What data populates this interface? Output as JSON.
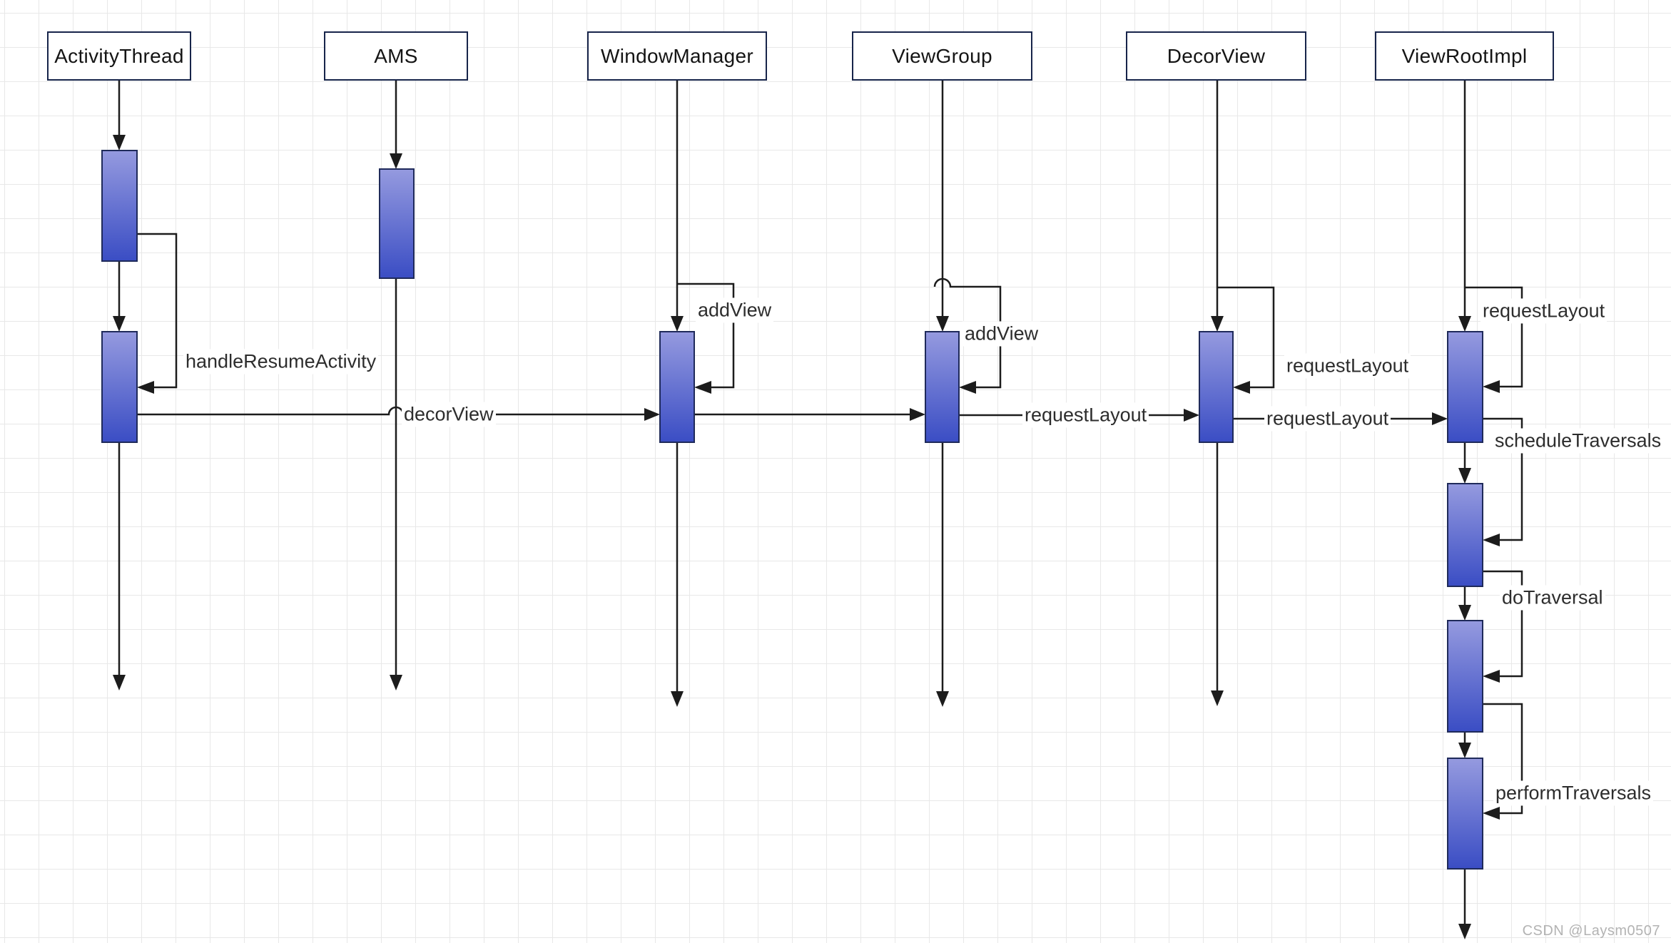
{
  "diagram": {
    "kind": "uml-sequence-diagram",
    "participants": [
      {
        "name": "ActivityThread"
      },
      {
        "name": "AMS"
      },
      {
        "name": "WindowManager"
      },
      {
        "name": "ViewGroup"
      },
      {
        "name": "DecorView"
      },
      {
        "name": "ViewRootImpl"
      }
    ],
    "messages": [
      {
        "label": "handleResumeActivity",
        "from": "ActivityThread",
        "to": "ActivityThread",
        "type": "self"
      },
      {
        "label": "decorView",
        "from": "ActivityThread",
        "to": "WindowManager",
        "type": "call"
      },
      {
        "label": "addView",
        "from": "WindowManager",
        "to": "WindowManager",
        "type": "self"
      },
      {
        "label": "",
        "from": "WindowManager",
        "to": "ViewGroup",
        "type": "call"
      },
      {
        "label": "addView",
        "from": "ViewGroup",
        "to": "ViewGroup",
        "type": "self"
      },
      {
        "label": "requestLayout",
        "from": "ViewGroup",
        "to": "DecorView",
        "type": "call"
      },
      {
        "label": "requestLayout",
        "from": "DecorView",
        "to": "DecorView",
        "type": "self"
      },
      {
        "label": "requestLayout",
        "from": "DecorView",
        "to": "ViewRootImpl",
        "type": "call"
      },
      {
        "label": "requestLayout",
        "from": "ViewRootImpl",
        "to": "ViewRootImpl",
        "type": "self"
      },
      {
        "label": "scheduleTraversals",
        "from": "ViewRootImpl",
        "to": "ViewRootImpl",
        "type": "self"
      },
      {
        "label": "doTraversal",
        "from": "ViewRootImpl",
        "to": "ViewRootImpl",
        "type": "self"
      },
      {
        "label": "performTraversals",
        "from": "ViewRootImpl",
        "to": "ViewRootImpl",
        "type": "self"
      }
    ],
    "watermark": "CSDN @Laysm0507",
    "colors": {
      "activation_top": "#959adf",
      "activation_bottom": "#3a4dc4",
      "activation_border": "#1f2a5a",
      "box_border": "#17244a",
      "line": "#1c1c1c",
      "grid": "#e8e8e8",
      "watermark": "#b3b3b3"
    }
  }
}
